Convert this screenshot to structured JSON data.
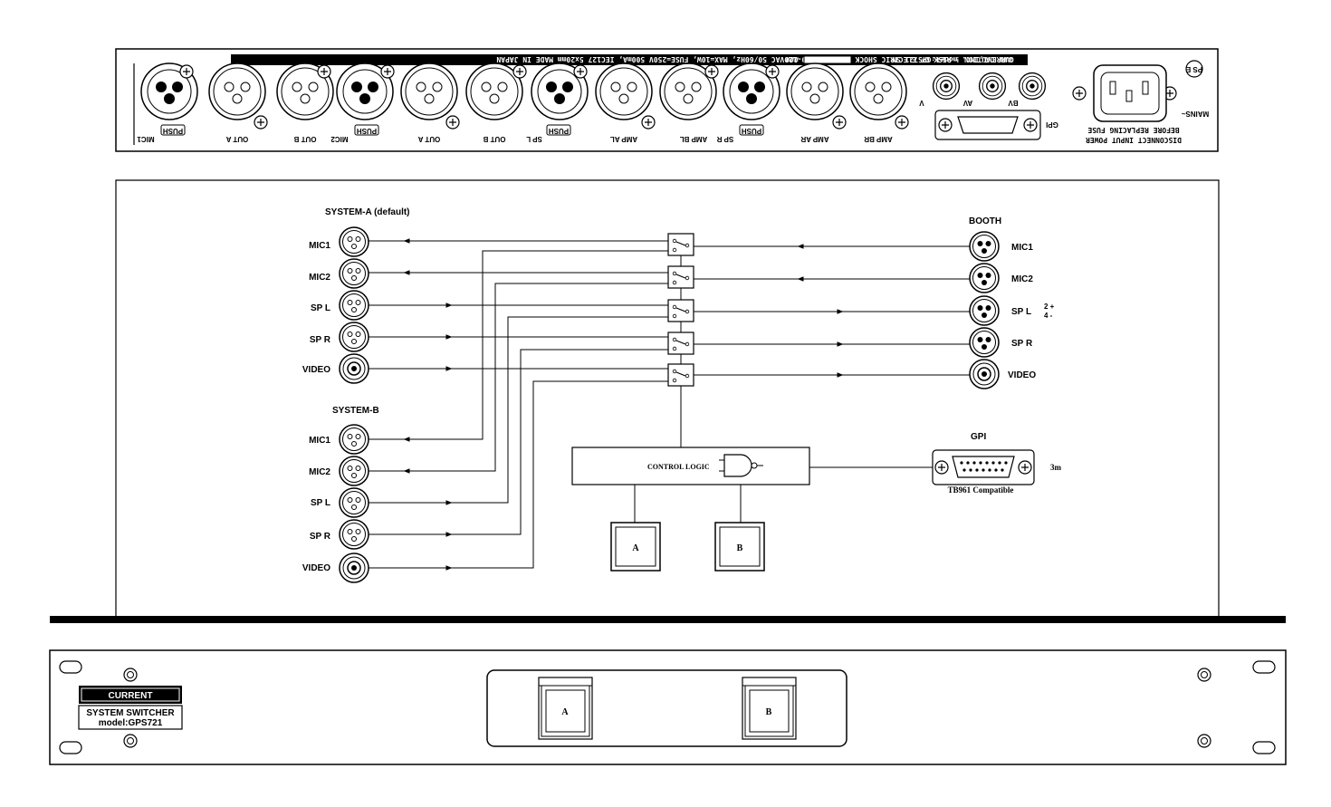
{
  "rear_panel": {
    "banner": "### CAUTION ! RISK OF ELECTRIC SHOCK DO NOT OPEN ###",
    "banner_spec": "100-120VAC 50/60Hz, MAX=10W, FUSE=250V 500mA, IEC127 5x20mm MADE IN JAPAN",
    "banner_sn": "CURRENT,INC. model:GPS721 SN",
    "connectors": [
      "MIC1",
      "OUT A",
      "OUT B",
      "MIC2",
      "OUT A",
      "OUT B",
      "SP L",
      "AMP AL",
      "AMP BL",
      "SP R",
      "AMP AR",
      "AMP BR"
    ],
    "push_label": "PUSH",
    "video_labels": [
      "V",
      "AV",
      "BV"
    ],
    "gpi": "GPI",
    "mains": "MAINS~",
    "fuse_text": [
      "DISCONNECT INPUT POWER",
      "BEFORE REPLACING FUSE"
    ],
    "ps": "PS E"
  },
  "diagram": {
    "system_a_title": "SYSTEM-A (default)",
    "system_b_title": "SYSTEM-B",
    "booth_title": "BOOTH",
    "system_a": [
      "MIC1",
      "MIC2",
      "SP L",
      "SP R",
      "VIDEO"
    ],
    "system_b": [
      "MIC1",
      "MIC2",
      "SP L",
      "SP R",
      "VIDEO"
    ],
    "booth": [
      "MIC1",
      "MIC2",
      "SP L",
      "SP R",
      "VIDEO"
    ],
    "polarity": [
      "2 +",
      "4 -"
    ],
    "control_logic": "CONTROL LOGIC",
    "button_a": "A",
    "button_b": "B",
    "gpi_title": "GPI",
    "gpi_note": "TB961 Compatible",
    "gpi_length": "3m"
  },
  "front_panel": {
    "brand": "CURRENT",
    "product": "SYSTEM SWITCHER",
    "model": "model:GPS721",
    "button_a": "A",
    "button_b": "B"
  }
}
